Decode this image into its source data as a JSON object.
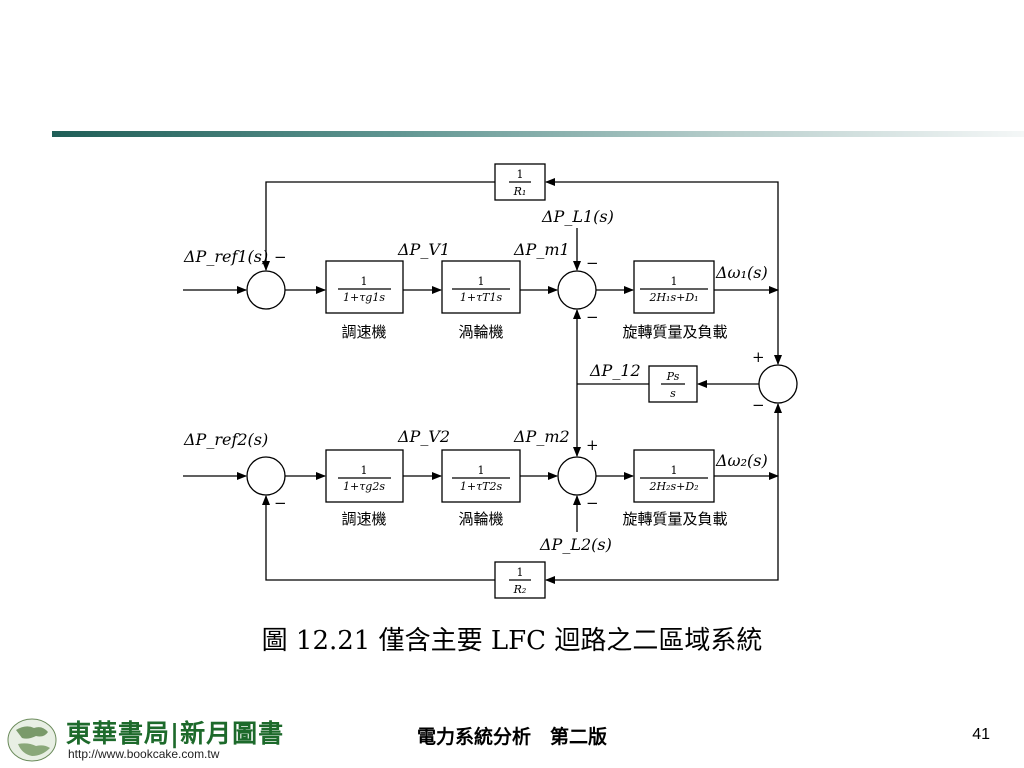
{
  "diagram": {
    "r1_num": "1",
    "r1_den": "R₁",
    "r2_num": "1",
    "r2_den": "R₂",
    "dpl1": "ΔP_L1(s)",
    "dpl2": "ΔP_L2(s)",
    "dpref1": "ΔP_ref1(s)",
    "dpref2": "ΔP_ref2(s)",
    "dpv1": "ΔP_V1",
    "dpv2": "ΔP_V2",
    "dpm1": "ΔP_m1",
    "dpm2": "ΔP_m2",
    "dp12": "ΔP_12",
    "dw1": "Δω₁(s)",
    "dw2": "Δω₂(s)",
    "gov1_num": "1",
    "gov1_den": "1+τg1s",
    "gov2_num": "1",
    "gov2_den": "1+τg2s",
    "tur1_num": "1",
    "tur1_den": "1+τT1s",
    "tur2_num": "1",
    "tur2_den": "1+τT2s",
    "rot1_num": "1",
    "rot1_den": "2H₁s+D₁",
    "rot2_num": "1",
    "rot2_den": "2H₂s+D₂",
    "ps_num": "Ps",
    "ps_den": "s",
    "gov_label": "調速機",
    "tur_label": "渦輪機",
    "rot_label": "旋轉質量及負載",
    "minus": "−",
    "plus": "+"
  },
  "caption": "圖 12.21  僅含主要 LFC 迴路之二區域系統",
  "footer": {
    "title": "電力系統分析　第二版",
    "page": "41",
    "publisher": "東華書局|新月圖書",
    "url": "http://www.bookcake.com.tw"
  }
}
